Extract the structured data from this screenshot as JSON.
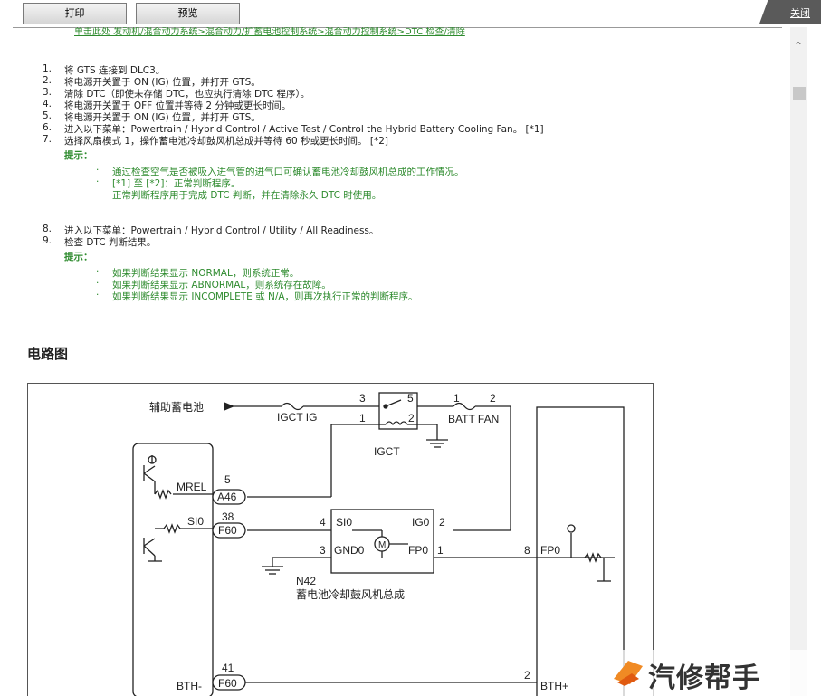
{
  "toolbar": {
    "print_label": "打印",
    "preview_label": "预览",
    "close_label": "关闭"
  },
  "breadcrumb": "单击此处 发动机/混合动力系统>混合动力/扩蓄电池控制系统>混合动力控制系统>DTC 检查/清除",
  "steps": [
    {
      "num": "1.",
      "text": "将 GTS 连接到 DLC3。"
    },
    {
      "num": "2.",
      "text": "将电源开关置于 ON (IG) 位置，并打开 GTS。"
    },
    {
      "num": "3.",
      "text": "清除 DTC（即使未存储 DTC，也应执行清除 DTC 程序）。"
    },
    {
      "num": "4.",
      "text": "将电源开关置于 OFF 位置并等待 2 分钟或更长时间。"
    },
    {
      "num": "5.",
      "text": "将电源开关置于 ON (IG) 位置，并打开 GTS。"
    },
    {
      "num": "6.",
      "text": "进入以下菜单：Powertrain / Hybrid Control / Active Test / Control the Hybrid Battery Cooling Fan。 [*1]"
    },
    {
      "num": "7.",
      "text": "选择风扇模式 1，操作蓄电池冷却鼓风机总成并等待 60 秒或更长时间。 [*2]"
    },
    {
      "num": "8.",
      "text": "进入以下菜单：Powertrain / Hybrid Control / Utility / All Readiness。"
    },
    {
      "num": "9.",
      "text": "检查 DTC 判断结果。"
    }
  ],
  "hint_label": "提示：",
  "hints1": [
    {
      "dot": "·",
      "text": "通过检查空气是否被吸入进气管的进气口可确认蓄电池冷却鼓风机总成的工作情况。"
    },
    {
      "dot": "·",
      "text": "[*1] 至 [*2]：正常判断程序。"
    },
    {
      "dot": "",
      "text": "正常判断程序用于完成 DTC 判断，并在清除永久 DTC 时使用。"
    }
  ],
  "hints2": [
    {
      "dot": "·",
      "text": "如果判断结果显示 NORMAL，则系统正常。"
    },
    {
      "dot": "·",
      "text": "如果判断结果显示 ABNORMAL，则系统存在故障。"
    },
    {
      "dot": "·",
      "text": "如果判断结果显示 INCOMPLETE 或 N/A，则再次执行正常的判断程序。"
    }
  ],
  "section_title": "电路图",
  "diagram": {
    "aux_battery": "辅助蓄电池",
    "fuse_igct": "IGCT IG",
    "fuse_batt": "BATT FAN",
    "relay": "IGCT",
    "pin3": "3",
    "pin5": "5",
    "pin1": "1",
    "pin2": "2",
    "fuse_b_1": "1",
    "fuse_b_2": "2",
    "mrel": "MREL",
    "mrel_pin": "5",
    "conn_a46": "A46",
    "si0": "SI0",
    "si0_pin": "38",
    "conn_f60": "F60",
    "n42_si0": "SI0",
    "n42_si0_pin": "4",
    "n42_ig0": "IG0",
    "n42_ig0_pin": "2",
    "n42_gnd": "GND0",
    "n42_gnd_pin": "3",
    "n42_fp0": "FP0",
    "n42_fp0_pin": "1",
    "motor": "M",
    "n42_id": "N42",
    "n42_name": "蓄电池冷却鼓风机总成",
    "fp0": "FP0",
    "fp0_pin": "8",
    "bth_pin": "41",
    "bth_conn": "F60",
    "bth": "BTH-",
    "bthp_pin": "2",
    "bthp": "BTH+"
  },
  "watermark": "汽修帮手",
  "colors": {
    "accent_green": "#2e8b2e",
    "close_tab": "#5a5a5a"
  }
}
